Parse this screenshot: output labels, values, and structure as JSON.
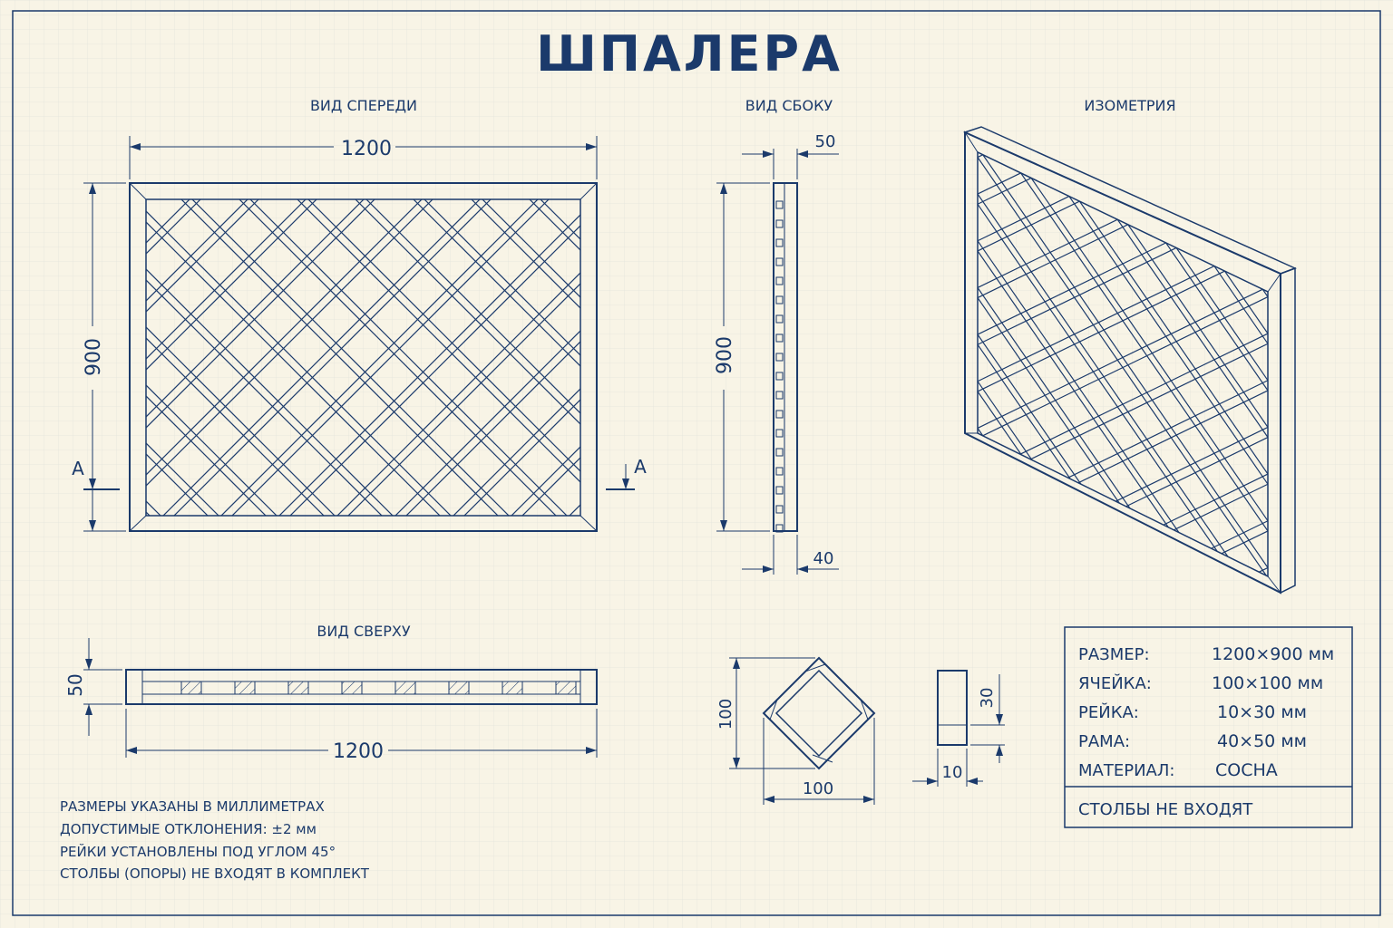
{
  "title": "ШПАЛЕРА",
  "views": {
    "front": {
      "label": "ВИД СПЕРЕДИ",
      "width_dim": "1200",
      "height_dim": "900",
      "section_left": "А",
      "section_right": "А"
    },
    "side": {
      "label": "ВИД СБОКУ",
      "top_dim": "50",
      "height_dim": "900",
      "bottom_dim": "40"
    },
    "iso": {
      "label": "ИЗОМЕТРИЯ"
    },
    "top": {
      "label": "ВИД СВЕРХУ",
      "height_dim": "50",
      "width_dim": "1200"
    },
    "cell_detail": {
      "height_dim": "100",
      "width_dim": "100"
    },
    "slat_detail": {
      "height_dim": "30",
      "width_dim": "10"
    }
  },
  "notes": [
    "РАЗМЕРЫ УКАЗАНЫ В МИЛЛИМЕТРАХ",
    "ДОПУСТИМЫЕ ОТКЛОНЕНИЯ: ±2 мм",
    "РЕЙКИ УСТАНОВЛЕНЫ ПОД УГЛОМ 45°",
    "СТОЛБЫ (ОПОРЫ) НЕ ВХОДЯТ В КОМПЛЕКТ"
  ],
  "spec_table": {
    "rows": [
      {
        "label": "РАЗМЕР:",
        "value": "1200×900 мм"
      },
      {
        "label": "ЯЧЕЙКА:",
        "value": "100×100 мм"
      },
      {
        "label": "РЕЙКА:",
        "value": "10×30 мм"
      },
      {
        "label": "РАМА:",
        "value": "40×50 мм"
      },
      {
        "label": "МАТЕРИАЛ:",
        "value": "СОСНА"
      }
    ],
    "footer": "СТОЛБЫ НЕ ВХОДЯТ"
  },
  "colors": {
    "ink": "#1b3a6b",
    "paper": "#f8f4e6",
    "grid": "#e3e4dc"
  }
}
